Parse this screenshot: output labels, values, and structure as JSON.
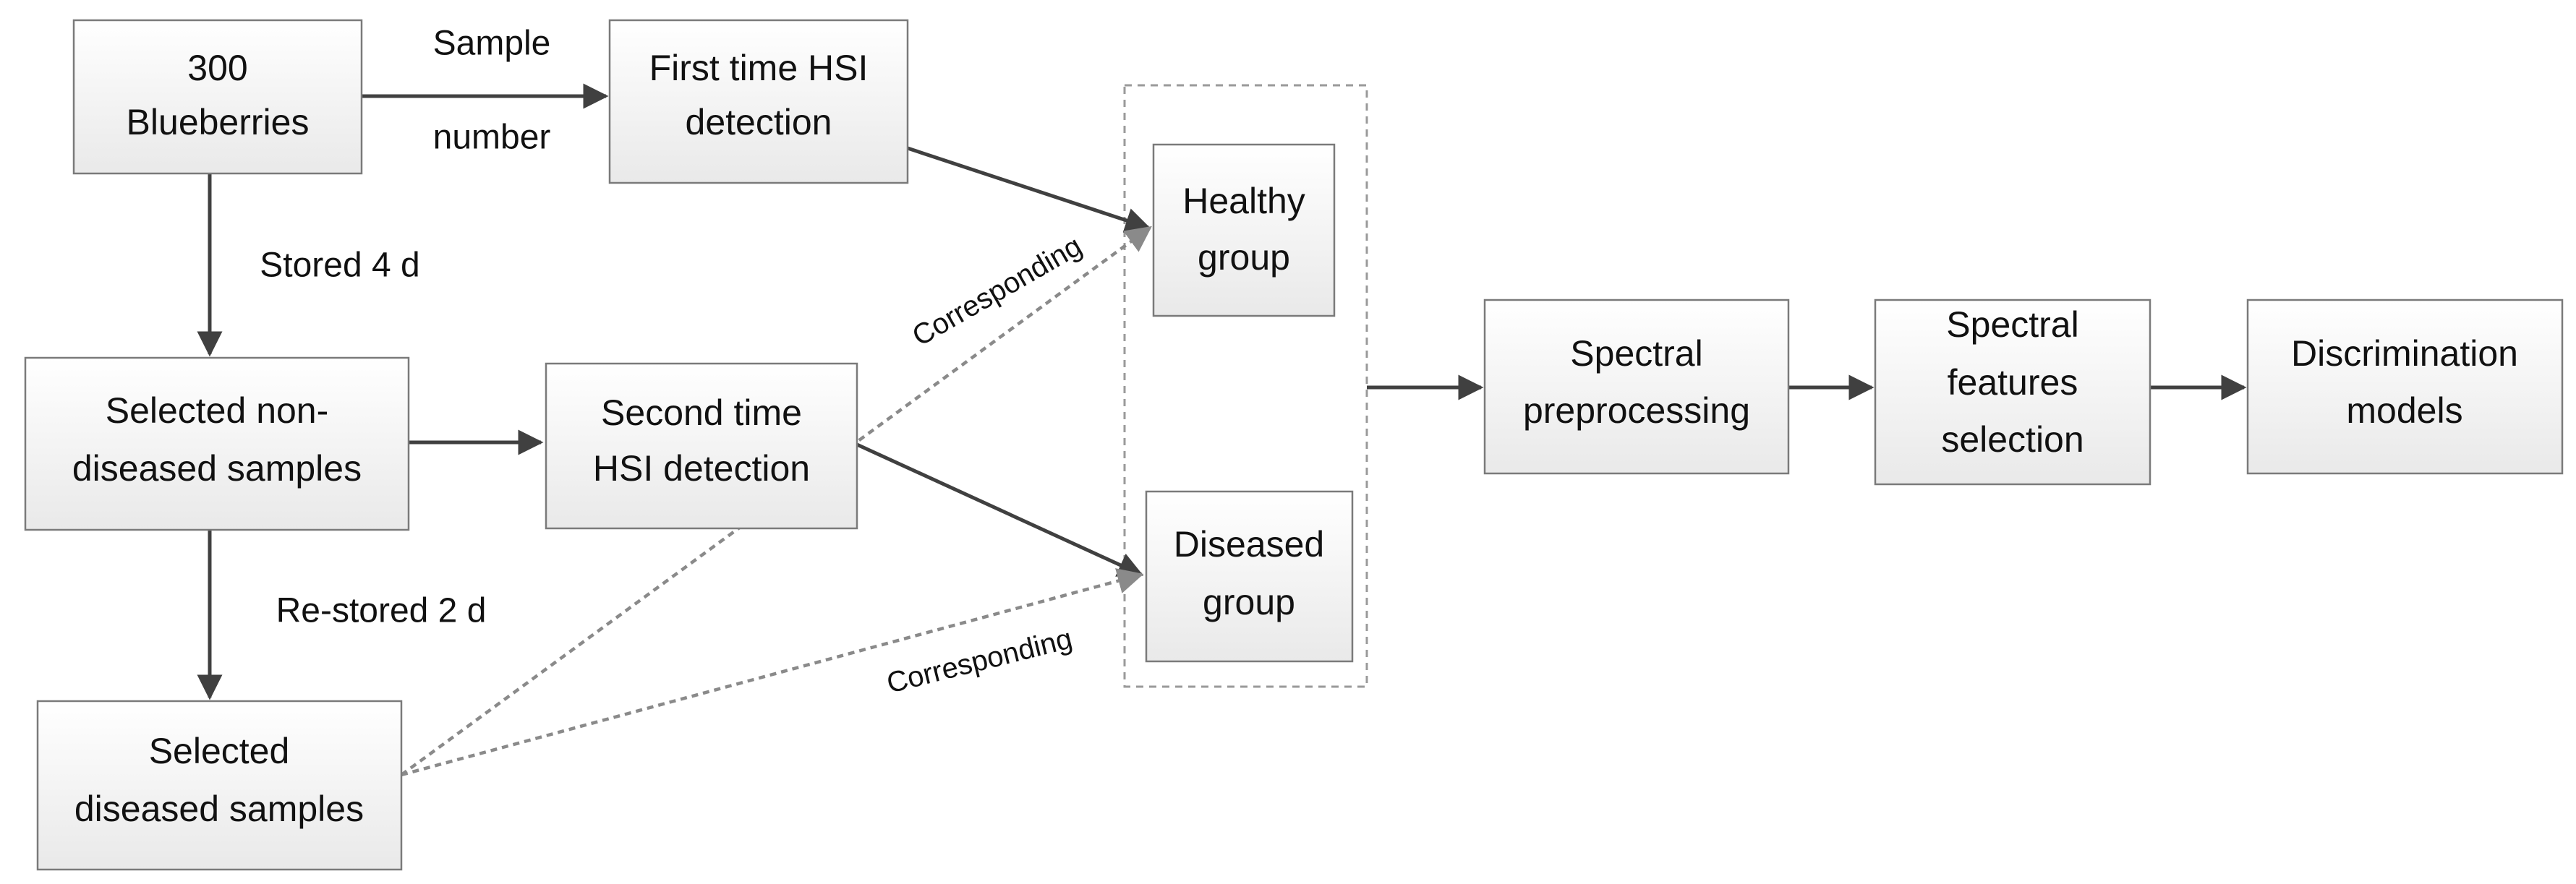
{
  "nodes": {
    "blueberries": {
      "lines": [
        "300",
        "Blueberries"
      ]
    },
    "first_hsi": {
      "lines": [
        "First time HSI",
        "detection"
      ]
    },
    "non_diseased": {
      "lines": [
        "Selected non-",
        "diseased samples"
      ]
    },
    "second_hsi": {
      "lines": [
        "Second time",
        "HSI detection"
      ]
    },
    "diseased_samples": {
      "lines": [
        "Selected",
        "diseased samples"
      ]
    },
    "healthy_group": {
      "lines": [
        "Healthy",
        "group"
      ]
    },
    "diseased_group": {
      "lines": [
        "Diseased",
        "group"
      ]
    },
    "preprocessing": {
      "lines": [
        "Spectral",
        "preprocessing"
      ]
    },
    "features_selection": {
      "lines": [
        "Spectral",
        "features",
        "selection"
      ]
    },
    "discrimination": {
      "lines": [
        "Discrimination",
        "models"
      ]
    }
  },
  "edge_labels": {
    "sample": "Sample",
    "number": "number",
    "stored": "Stored 4 d",
    "restored": "Re-stored 2 d",
    "corresponding_upper": "Corresponding",
    "corresponding_lower": "Corresponding"
  }
}
